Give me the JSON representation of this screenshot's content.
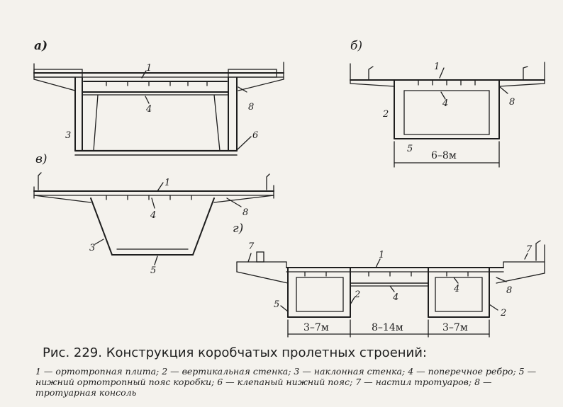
{
  "panels": {
    "a": "a)",
    "b": "б)",
    "v": "в)",
    "g": "г)"
  },
  "callouts": {
    "n1": "1",
    "n2": "2",
    "n3": "3",
    "n4": "4",
    "n5": "5",
    "n6": "6",
    "n7": "7",
    "n8": "8"
  },
  "dimensions": {
    "b_box_width": "6–8м",
    "g_left_box": "3–7м",
    "g_middle": "8–14м",
    "g_right_box": "3–7м"
  },
  "caption": {
    "title": "Рис. 229. Конструкция коробчатых пролетных строений:",
    "legend": "1 — ортотропная плита; 2 — вертикальная стенка; 3 — наклонная стенка; 4 — поперечное ребро; 5 — нижний ортотропный пояс коробки; 6 — клепаный нижний пояс; 7 — настил тротуаров; 8 — тротуарная консоль"
  },
  "colors": {
    "ink": "#1e1e1e",
    "paper": "#f4f2ed"
  }
}
